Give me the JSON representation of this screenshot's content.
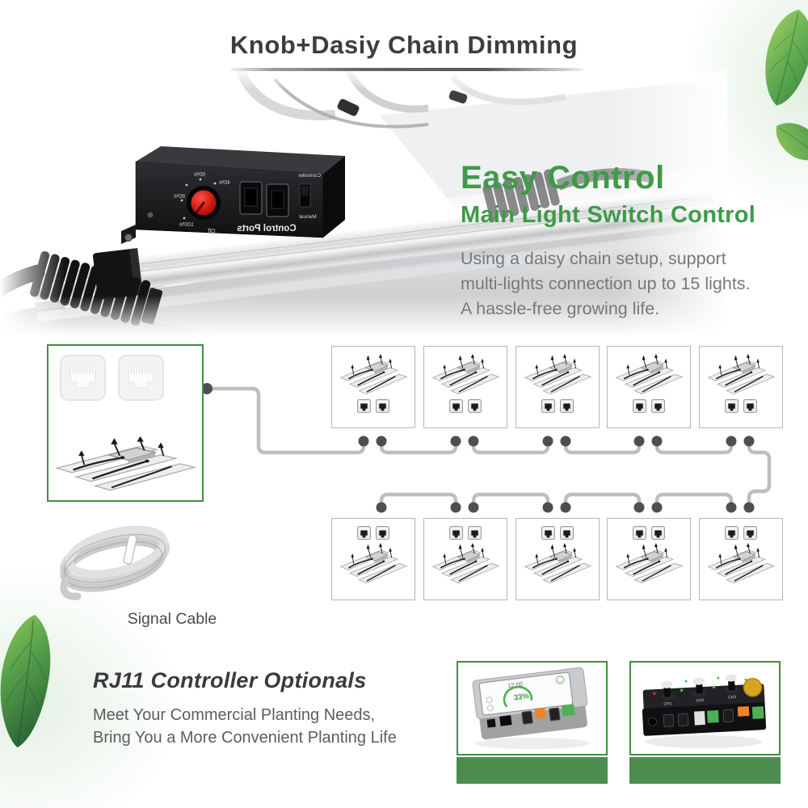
{
  "header": {
    "title": "Knob+Dasiy Chain Dimming"
  },
  "easy": {
    "heading": "Easy Control",
    "subheading": "Main Light Switch Control",
    "body": [
      "Using a daisy chain setup, support",
      "multi-lights connection up to 15 lights.",
      "A hassle-free growing life."
    ]
  },
  "photo": {
    "ports_label": "Control Ports",
    "controller_label": "Controller",
    "manual_label": "Manual",
    "dial": [
      "40%",
      "60%",
      "80%",
      "100%",
      "Off"
    ]
  },
  "signal": {
    "label": "Signal Cable"
  },
  "rj11": {
    "heading": "RJ11 Controller Optionals",
    "body": [
      "Meet Your Commercial Planting Needs,",
      "Bring You a More Convenient Planting Life"
    ]
  },
  "products": {
    "touch": {
      "time": "12:00",
      "percent": "33%"
    },
    "knob": {
      "channels": [
        "CH1",
        "CH2",
        "CH3"
      ]
    }
  },
  "colors": {
    "accent_green": "#3f9a48",
    "border_green": "#3f8e45",
    "bar_green": "#4d8c4f",
    "cable_gray": "#bcbec0",
    "dot_gray": "#4c4f51",
    "title_dark": "#3d3d3f",
    "body_gray": "#76787a"
  }
}
